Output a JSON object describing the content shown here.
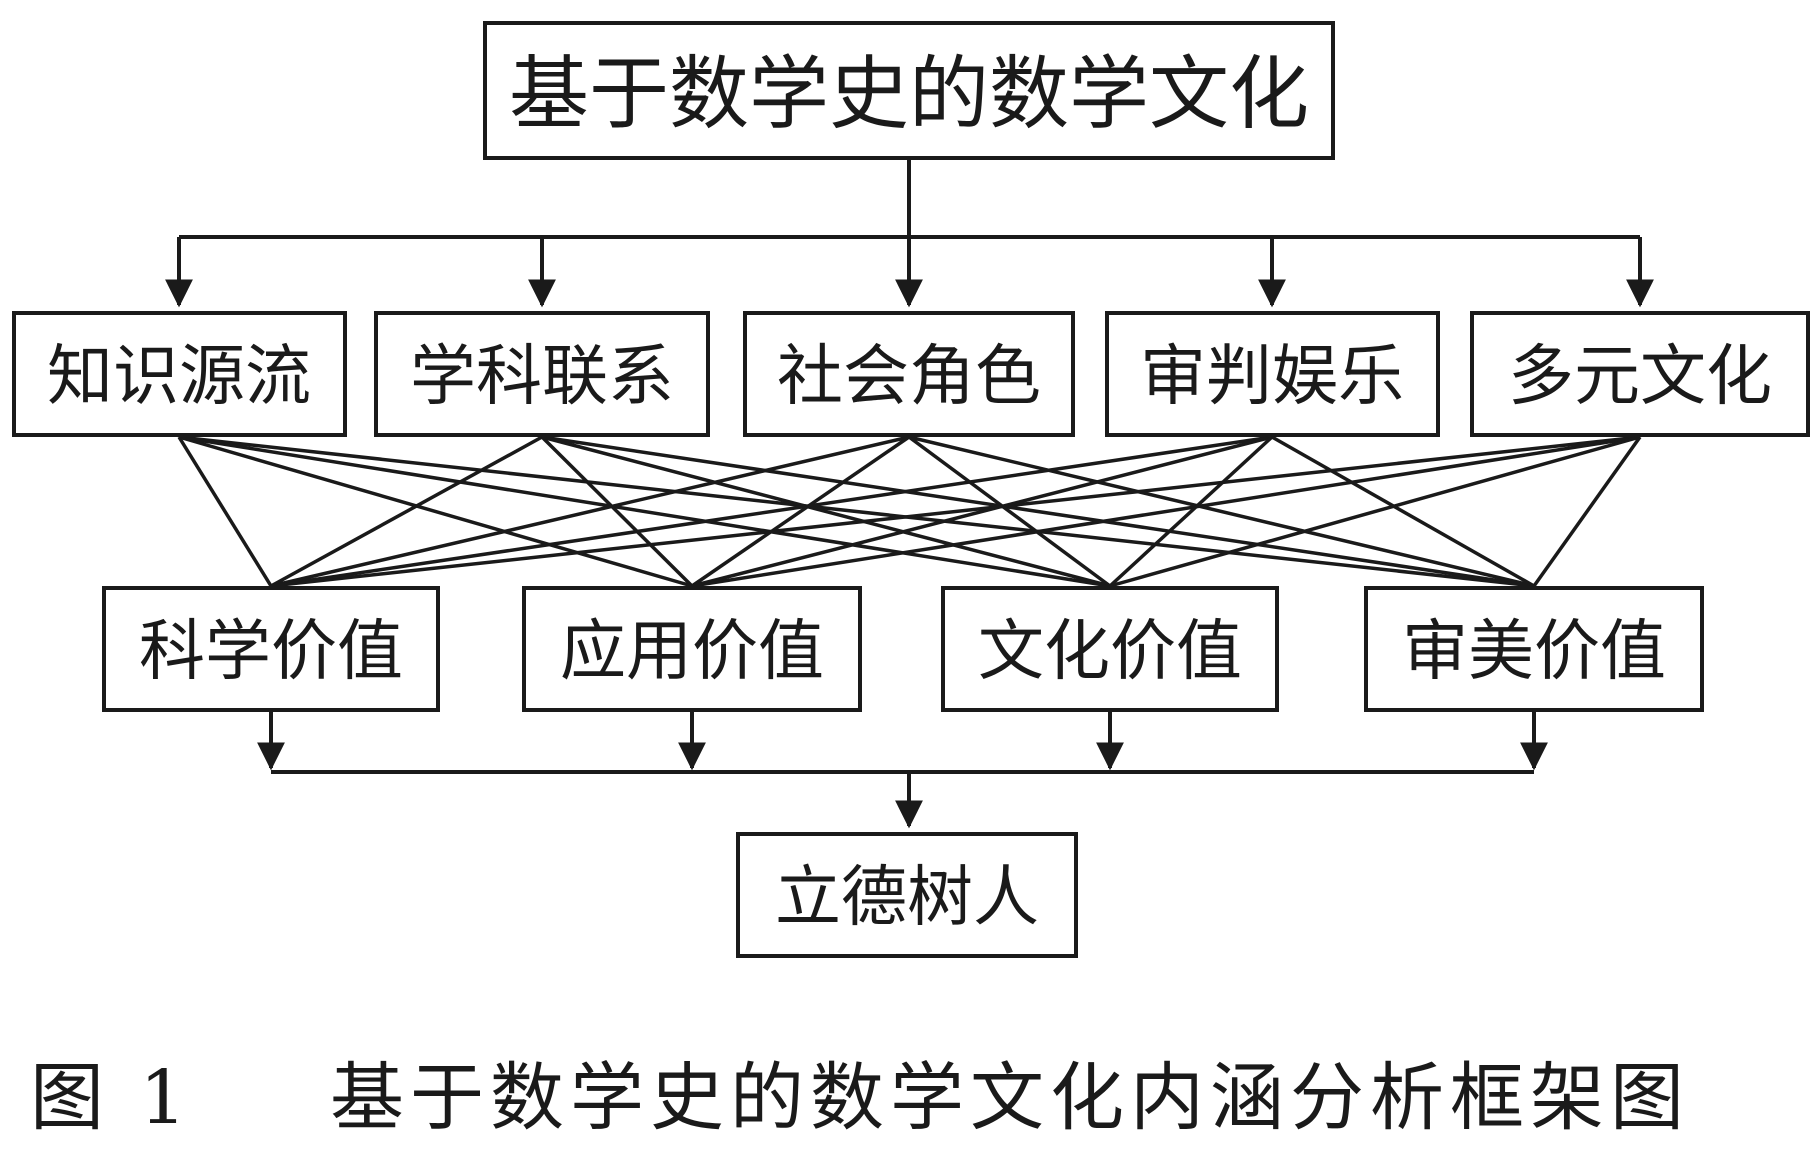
{
  "diagram": {
    "root": "基于数学史的数学文化",
    "aspects": [
      "知识源流",
      "学科联系",
      "社会角色",
      "审判娱乐",
      "多元文化"
    ],
    "values": [
      "科学价值",
      "应用价值",
      "文化价值",
      "审美价值"
    ],
    "goal": "立德树人",
    "line_color": "#1a1a1a"
  },
  "caption": {
    "number": "图 1",
    "text": "基于数学史的数学文化内涵分析框架图"
  }
}
